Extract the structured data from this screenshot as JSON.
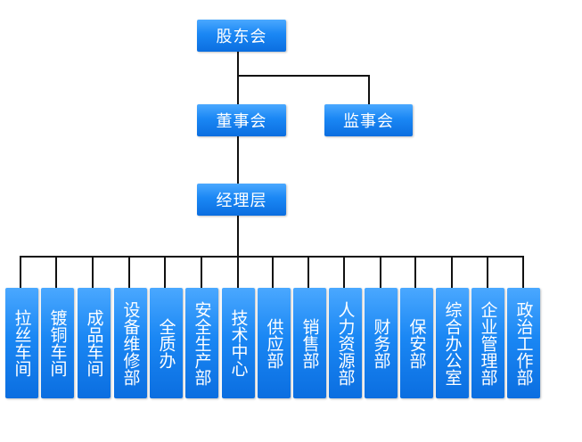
{
  "colors": {
    "node_top": "#4aa8ff",
    "node_bottom": "#0b6ee0",
    "node_text": "#ffffff",
    "connector": "#111111"
  },
  "top": {
    "shareholders": "股东会",
    "board": "董事会",
    "supervisory": "监事会",
    "management": "经理层"
  },
  "departments": [
    "拉丝车间",
    "镀铜车间",
    "成品车间",
    "设备维修部",
    "全质办",
    "安全生产部",
    "技术中心",
    "供应部",
    "销售部",
    "人力资源部",
    "财务部",
    "保安部",
    "综合办公室",
    "企业管理部",
    "政治工作部"
  ]
}
